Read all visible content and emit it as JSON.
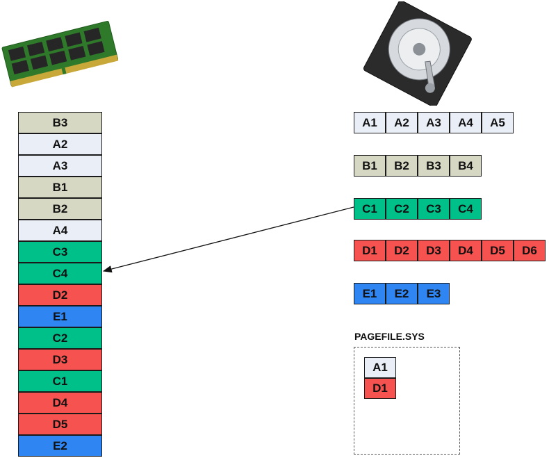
{
  "colors": {
    "A": "#eaeef7",
    "B": "#d7d8c4",
    "C": "#00c08a",
    "D": "#f6524f",
    "E": "#2f86f2"
  },
  "ram": {
    "icon": "ram-module-icon",
    "blocks": [
      {
        "label": "B3",
        "group": "B"
      },
      {
        "label": "A2",
        "group": "A"
      },
      {
        "label": "A3",
        "group": "A"
      },
      {
        "label": "B1",
        "group": "B"
      },
      {
        "label": "B2",
        "group": "B"
      },
      {
        "label": "A4",
        "group": "A"
      },
      {
        "label": "C3",
        "group": "C"
      },
      {
        "label": "C4",
        "group": "C"
      },
      {
        "label": "D2",
        "group": "D"
      },
      {
        "label": "E1",
        "group": "E"
      },
      {
        "label": "C2",
        "group": "C"
      },
      {
        "label": "D3",
        "group": "D"
      },
      {
        "label": "C1",
        "group": "C"
      },
      {
        "label": "D4",
        "group": "D"
      },
      {
        "label": "D5",
        "group": "D"
      },
      {
        "label": "E2",
        "group": "E"
      }
    ]
  },
  "disk": {
    "icon": "hard-drive-icon",
    "rows": [
      {
        "group": "A",
        "labels": [
          "A1",
          "A2",
          "A3",
          "A4",
          "A5"
        ]
      },
      {
        "group": "B",
        "labels": [
          "B1",
          "B2",
          "B3",
          "B4"
        ]
      },
      {
        "group": "C",
        "labels": [
          "C1",
          "C2",
          "C3",
          "C4"
        ]
      },
      {
        "group": "D",
        "labels": [
          "D1",
          "D2",
          "D3",
          "D4",
          "D5",
          "D6"
        ]
      },
      {
        "group": "E",
        "labels": [
          "E1",
          "E2",
          "E3"
        ]
      }
    ]
  },
  "pagefile": {
    "title": "PAGEFILE.SYS",
    "blocks": [
      {
        "label": "A1",
        "group": "A"
      },
      {
        "label": "D1",
        "group": "D"
      }
    ]
  },
  "arrow": {
    "from": "disk-row-C",
    "to": "ram-block-C4"
  }
}
